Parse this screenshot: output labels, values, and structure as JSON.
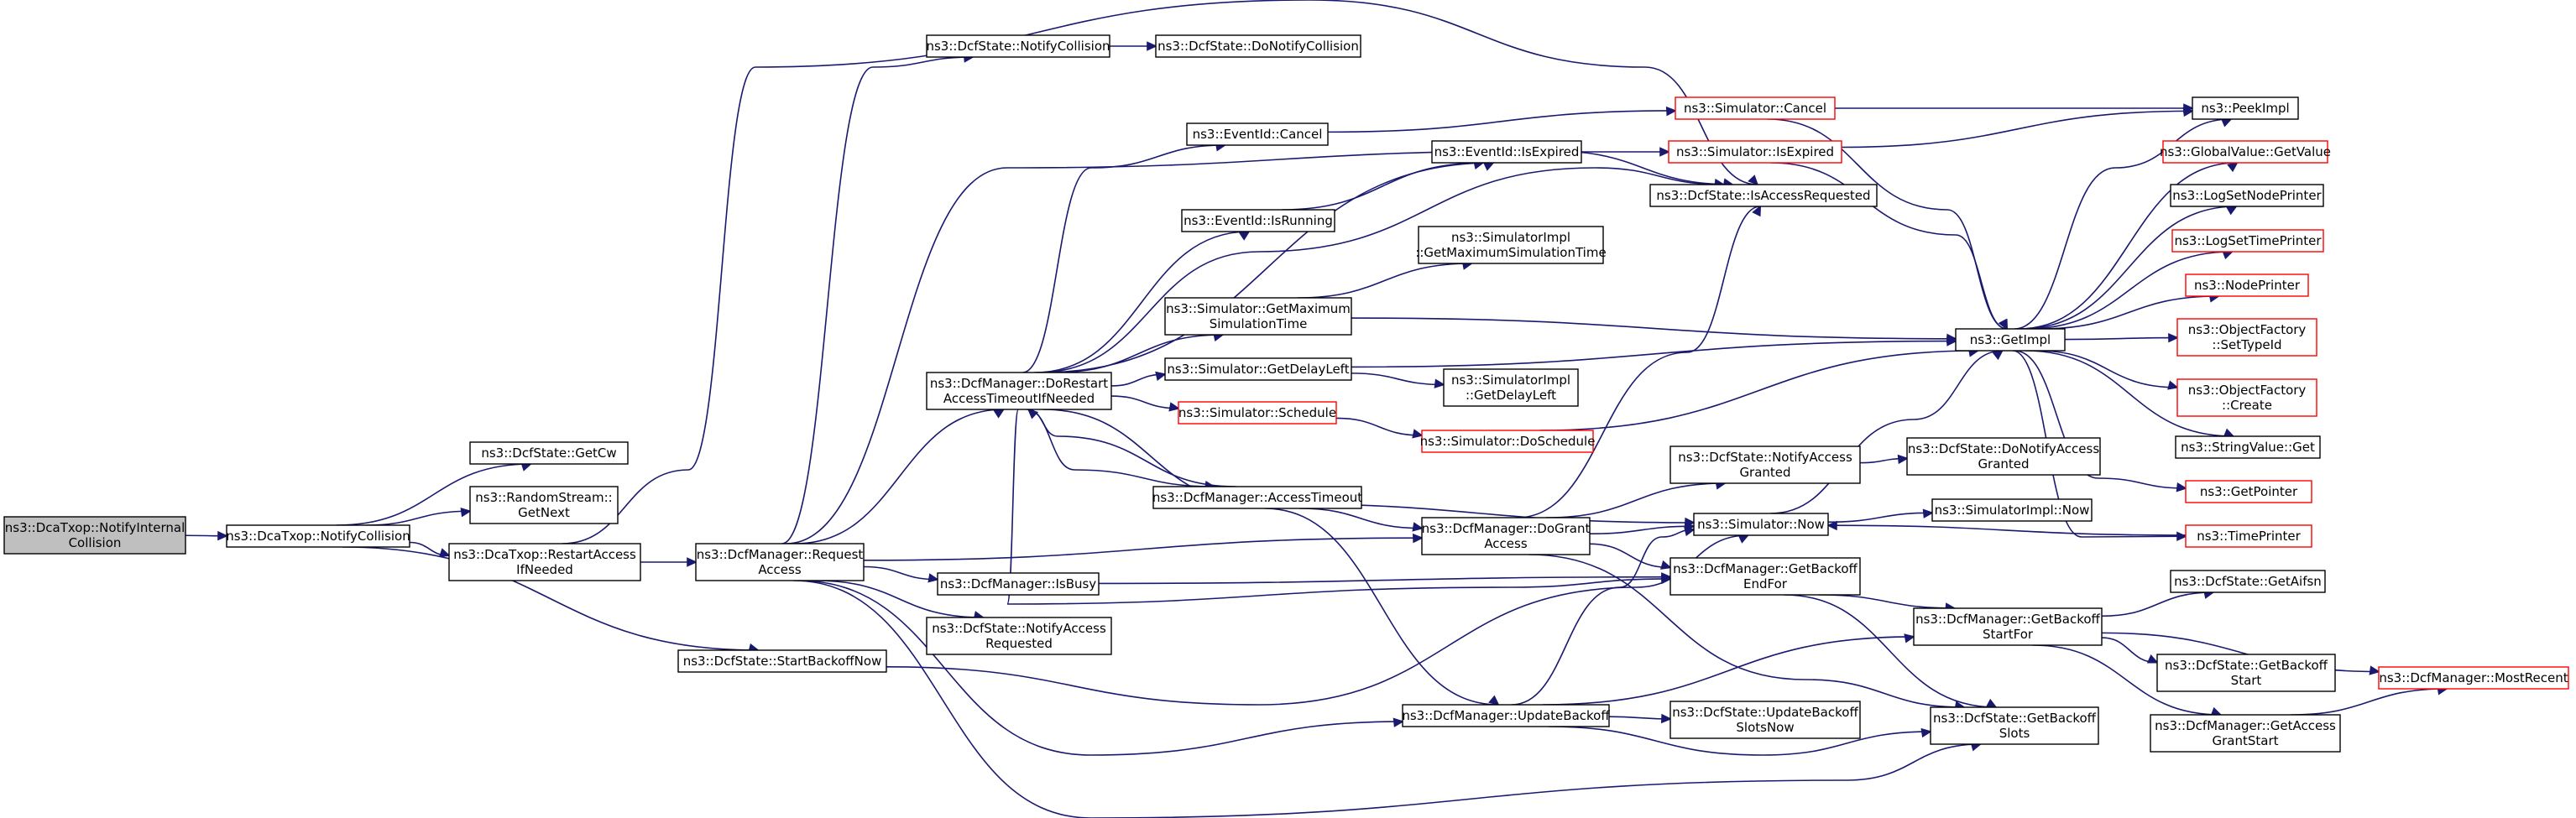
{
  "colors": {
    "edge": "#191970",
    "box_border": "#000000",
    "box_border_truncated": "#ff0000",
    "box_fill": "#ffffff",
    "root_fill": "#bfbfbf"
  },
  "nodes": [
    {
      "id": "n0",
      "lines": [
        "ns3::DcaTxop::NotifyInternal",
        "Collision"
      ],
      "style": "root"
    },
    {
      "id": "n1",
      "lines": [
        "ns3::DcaTxop::NotifyCollision"
      ],
      "style": "normal"
    },
    {
      "id": "n2",
      "lines": [
        "ns3::DcfState::GetCw"
      ],
      "style": "normal"
    },
    {
      "id": "n3",
      "lines": [
        "ns3::RandomStream::",
        "GetNext"
      ],
      "style": "normal"
    },
    {
      "id": "n4",
      "lines": [
        "ns3::DcaTxop::RestartAccess",
        "IfNeeded"
      ],
      "style": "normal"
    },
    {
      "id": "n5",
      "lines": [
        "ns3::DcfState::StartBackoffNow"
      ],
      "style": "normal"
    },
    {
      "id": "n6",
      "lines": [
        "ns3::DcfManager::Request",
        "Access"
      ],
      "style": "normal"
    },
    {
      "id": "n7",
      "lines": [
        "ns3::DcfState::NotifyCollision"
      ],
      "style": "normal"
    },
    {
      "id": "n8",
      "lines": [
        "ns3::DcfState::DoNotifyCollision"
      ],
      "style": "normal"
    },
    {
      "id": "n9",
      "lines": [
        "ns3::DcfManager::DoRestart",
        "AccessTimeoutIfNeeded"
      ],
      "style": "normal"
    },
    {
      "id": "n10",
      "lines": [
        "ns3::DcfManager::IsBusy"
      ],
      "style": "normal"
    },
    {
      "id": "n11",
      "lines": [
        "ns3::DcfState::NotifyAccess",
        "Requested"
      ],
      "style": "normal"
    },
    {
      "id": "n12",
      "lines": [
        "ns3::EventId::Cancel"
      ],
      "style": "normal"
    },
    {
      "id": "n13",
      "lines": [
        "ns3::EventId::IsRunning"
      ],
      "style": "normal"
    },
    {
      "id": "n14",
      "lines": [
        "ns3::Simulator::GetMaximum",
        "SimulationTime"
      ],
      "style": "normal"
    },
    {
      "id": "n15",
      "lines": [
        "ns3::Simulator::GetDelayLeft"
      ],
      "style": "normal"
    },
    {
      "id": "n16",
      "lines": [
        "ns3::Simulator::Schedule"
      ],
      "style": "truncated"
    },
    {
      "id": "n17",
      "lines": [
        "ns3::DcfManager::AccessTimeout"
      ],
      "style": "normal"
    },
    {
      "id": "n18",
      "lines": [
        "ns3::EventId::IsExpired"
      ],
      "style": "normal"
    },
    {
      "id": "n19",
      "lines": [
        "ns3::SimulatorImpl",
        "::GetMaximumSimulationTime"
      ],
      "style": "normal"
    },
    {
      "id": "n20",
      "lines": [
        "ns3::SimulatorImpl",
        "::GetDelayLeft"
      ],
      "style": "normal"
    },
    {
      "id": "n21",
      "lines": [
        "ns3::Simulator::DoSchedule"
      ],
      "style": "truncated"
    },
    {
      "id": "n22",
      "lines": [
        "ns3::DcfManager::DoGrant",
        "Access"
      ],
      "style": "normal"
    },
    {
      "id": "n23",
      "lines": [
        "ns3::DcfManager::UpdateBackoff"
      ],
      "style": "normal"
    },
    {
      "id": "n24",
      "lines": [
        "ns3::Simulator::Cancel"
      ],
      "style": "truncated"
    },
    {
      "id": "n25",
      "lines": [
        "ns3::Simulator::IsExpired"
      ],
      "style": "truncated"
    },
    {
      "id": "n26",
      "lines": [
        "ns3::DcfState::IsAccessRequested"
      ],
      "style": "normal"
    },
    {
      "id": "n27",
      "lines": [
        "ns3::DcfState::NotifyAccess",
        "Granted"
      ],
      "style": "normal"
    },
    {
      "id": "n28",
      "lines": [
        "ns3::Simulator::Now"
      ],
      "style": "normal"
    },
    {
      "id": "n29",
      "lines": [
        "ns3::DcfManager::GetBackoff",
        "EndFor"
      ],
      "style": "normal"
    },
    {
      "id": "n30",
      "lines": [
        "ns3::DcfState::UpdateBackoff",
        "SlotsNow"
      ],
      "style": "normal"
    },
    {
      "id": "n31",
      "lines": [
        "ns3::GetImpl"
      ],
      "style": "normal"
    },
    {
      "id": "n32",
      "lines": [
        "ns3::DcfState::DoNotifyAccess",
        "Granted"
      ],
      "style": "normal"
    },
    {
      "id": "n33",
      "lines": [
        "ns3::SimulatorImpl::Now"
      ],
      "style": "normal"
    },
    {
      "id": "n34",
      "lines": [
        "ns3::DcfManager::GetBackoff",
        "StartFor"
      ],
      "style": "normal"
    },
    {
      "id": "n35",
      "lines": [
        "ns3::DcfState::GetBackoff",
        "Slots"
      ],
      "style": "normal"
    },
    {
      "id": "n36",
      "lines": [
        "ns3::PeekImpl"
      ],
      "style": "normal"
    },
    {
      "id": "n37",
      "lines": [
        "ns3::GlobalValue::GetValue"
      ],
      "style": "truncated"
    },
    {
      "id": "n38",
      "lines": [
        "ns3::LogSetNodePrinter"
      ],
      "style": "normal"
    },
    {
      "id": "n39",
      "lines": [
        "ns3::LogSetTimePrinter"
      ],
      "style": "truncated"
    },
    {
      "id": "n40",
      "lines": [
        "ns3::NodePrinter"
      ],
      "style": "truncated"
    },
    {
      "id": "n41",
      "lines": [
        "ns3::ObjectFactory",
        "::SetTypeId"
      ],
      "style": "truncated"
    },
    {
      "id": "n42",
      "lines": [
        "ns3::ObjectFactory",
        "::Create"
      ],
      "style": "truncated"
    },
    {
      "id": "n43",
      "lines": [
        "ns3::StringValue::Get"
      ],
      "style": "normal"
    },
    {
      "id": "n44",
      "lines": [
        "ns3::GetPointer"
      ],
      "style": "truncated"
    },
    {
      "id": "n45",
      "lines": [
        "ns3::TimePrinter"
      ],
      "style": "truncated"
    },
    {
      "id": "n46",
      "lines": [
        "ns3::DcfState::GetAifsn"
      ],
      "style": "normal"
    },
    {
      "id": "n47",
      "lines": [
        "ns3::DcfState::GetBackoff",
        "Start"
      ],
      "style": "normal"
    },
    {
      "id": "n48",
      "lines": [
        "ns3::DcfManager::GetAccess",
        "GrantStart"
      ],
      "style": "normal"
    },
    {
      "id": "n49",
      "lines": [
        "ns3::DcfManager::MostRecent"
      ],
      "style": "truncated"
    }
  ],
  "edges": [
    [
      "n0",
      "n1"
    ],
    [
      "n1",
      "n2"
    ],
    [
      "n1",
      "n3"
    ],
    [
      "n1",
      "n4"
    ],
    [
      "n1",
      "n5"
    ],
    [
      "n4",
      "n6"
    ],
    [
      "n4",
      "n26"
    ],
    [
      "n5",
      "n28"
    ],
    [
      "n6",
      "n7"
    ],
    [
      "n6",
      "n9"
    ],
    [
      "n6",
      "n10"
    ],
    [
      "n6",
      "n11"
    ],
    [
      "n6",
      "n22"
    ],
    [
      "n6",
      "n23"
    ],
    [
      "n6",
      "n26"
    ],
    [
      "n6",
      "n35"
    ],
    [
      "n7",
      "n8"
    ],
    [
      "n9",
      "n12"
    ],
    [
      "n9",
      "n13"
    ],
    [
      "n9",
      "n14"
    ],
    [
      "n9",
      "n15"
    ],
    [
      "n9",
      "n16"
    ],
    [
      "n9",
      "n17"
    ],
    [
      "n9",
      "n18"
    ],
    [
      "n9",
      "n26"
    ],
    [
      "n9",
      "n28"
    ],
    [
      "n9",
      "n29"
    ],
    [
      "n10",
      "n29"
    ],
    [
      "n12",
      "n24"
    ],
    [
      "n13",
      "n18"
    ],
    [
      "n14",
      "n19"
    ],
    [
      "n14",
      "n31"
    ],
    [
      "n15",
      "n20"
    ],
    [
      "n15",
      "n31"
    ],
    [
      "n16",
      "n21"
    ],
    [
      "n17",
      "n22"
    ],
    [
      "n17",
      "n23"
    ],
    [
      "n17",
      "n9"
    ],
    [
      "n18",
      "n25"
    ],
    [
      "n21",
      "n31"
    ],
    [
      "n22",
      "n26"
    ],
    [
      "n22",
      "n27"
    ],
    [
      "n22",
      "n28"
    ],
    [
      "n22",
      "n29"
    ],
    [
      "n22",
      "n35"
    ],
    [
      "n23",
      "n28"
    ],
    [
      "n23",
      "n30"
    ],
    [
      "n23",
      "n34"
    ],
    [
      "n23",
      "n35"
    ],
    [
      "n24",
      "n36"
    ],
    [
      "n24",
      "n31"
    ],
    [
      "n25",
      "n36"
    ],
    [
      "n25",
      "n31"
    ],
    [
      "n27",
      "n32"
    ],
    [
      "n28",
      "n31"
    ],
    [
      "n28",
      "n33"
    ],
    [
      "n29",
      "n34"
    ],
    [
      "n29",
      "n35"
    ],
    [
      "n31",
      "n36"
    ],
    [
      "n31",
      "n37"
    ],
    [
      "n31",
      "n38"
    ],
    [
      "n31",
      "n39"
    ],
    [
      "n31",
      "n40"
    ],
    [
      "n31",
      "n41"
    ],
    [
      "n31",
      "n42"
    ],
    [
      "n31",
      "n43"
    ],
    [
      "n31",
      "n44"
    ],
    [
      "n31",
      "n45"
    ],
    [
      "n45",
      "n28"
    ],
    [
      "n34",
      "n46"
    ],
    [
      "n34",
      "n47"
    ],
    [
      "n34",
      "n48"
    ],
    [
      "n34",
      "n49"
    ],
    [
      "n48",
      "n49"
    ]
  ]
}
